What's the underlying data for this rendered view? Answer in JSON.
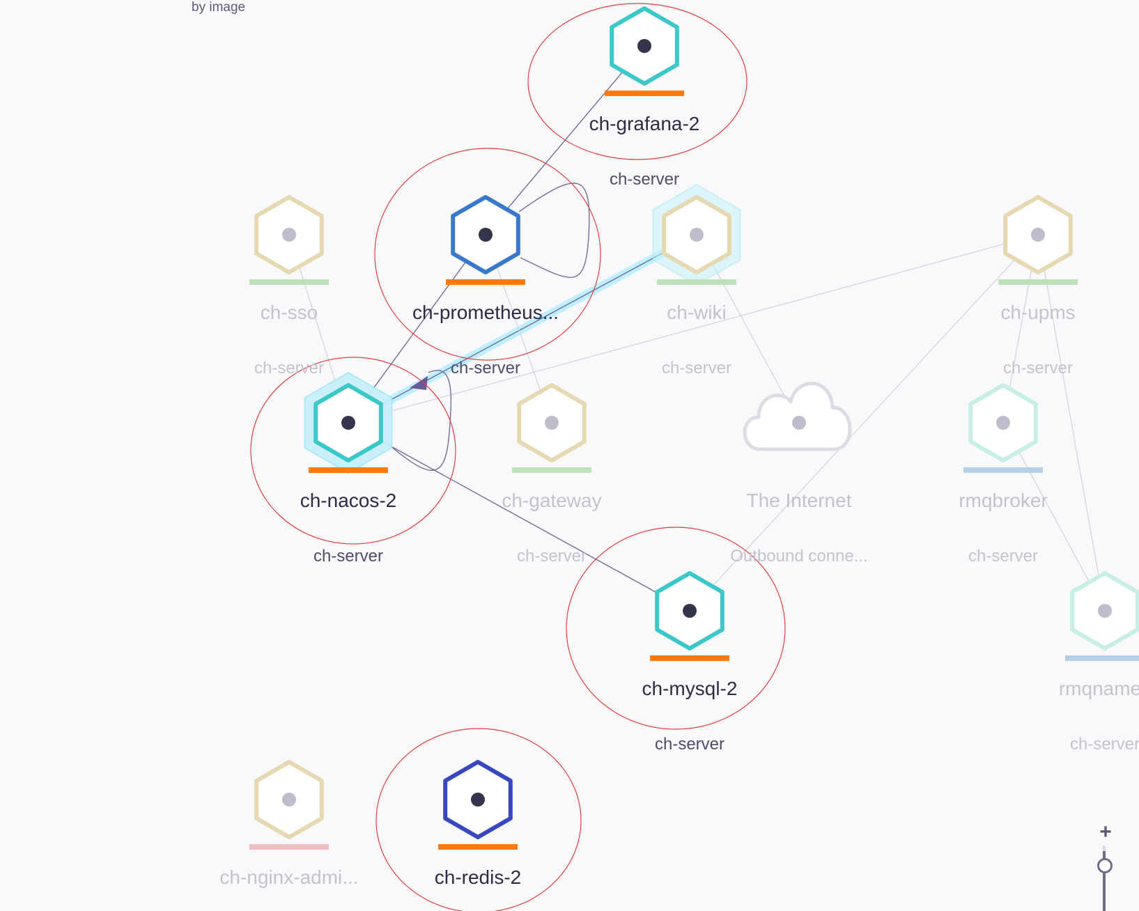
{
  "topology": {
    "hint": "by image",
    "nodes": [
      {
        "id": "grafana",
        "name": "ch-grafana-2",
        "host": "ch-server",
        "kind": "hex",
        "color": "#3cc8c8",
        "strip": "#ff7a10",
        "dim": false,
        "highlight": false
      },
      {
        "id": "prometheus",
        "name": "ch-prometheus...",
        "host": "ch-server",
        "kind": "hex",
        "color": "#3a78c9",
        "strip": "#ff7a10",
        "dim": false,
        "highlight": false
      },
      {
        "id": "sso",
        "name": "ch-sso",
        "host": "ch-server",
        "kind": "hex",
        "color": "#e6d8b0",
        "strip": "#bfe0b8",
        "dim": true,
        "highlight": false
      },
      {
        "id": "wiki",
        "name": "ch-wiki",
        "host": "ch-server",
        "kind": "hex",
        "color": "#e6d8b0",
        "strip": "#bfe0b8",
        "dim": true,
        "highlight": true
      },
      {
        "id": "upms",
        "name": "ch-upms",
        "host": "ch-server",
        "kind": "hex",
        "color": "#e6d8b0",
        "strip": "#bfe0b8",
        "dim": true,
        "highlight": false
      },
      {
        "id": "nacos",
        "name": "ch-nacos-2",
        "host": "ch-server",
        "kind": "hex",
        "color": "#3cc8c8",
        "strip": "#ff7a10",
        "dim": false,
        "highlight": true
      },
      {
        "id": "gateway",
        "name": "ch-gateway",
        "host": "ch-server",
        "kind": "hex",
        "color": "#e6d8b0",
        "strip": "#bfe0b8",
        "dim": true,
        "highlight": false
      },
      {
        "id": "internet",
        "name": "The Internet",
        "host": "Outbound conne...",
        "kind": "cloud",
        "color": "#dcdce6",
        "strip": "",
        "dim": true,
        "highlight": false
      },
      {
        "id": "rmqbroker",
        "name": "rmqbroker",
        "host": "ch-server",
        "kind": "hex",
        "color": "#c8efe6",
        "strip": "#b4cfe6",
        "dim": true,
        "highlight": false
      },
      {
        "id": "mysql",
        "name": "ch-mysql-2",
        "host": "ch-server",
        "kind": "hex",
        "color": "#3cc8c8",
        "strip": "#ff7a10",
        "dim": false,
        "highlight": false
      },
      {
        "id": "rmqnames",
        "name": "rmqnames",
        "host": "ch-server",
        "kind": "hex",
        "color": "#c8efe6",
        "strip": "#b4cfe6",
        "dim": true,
        "highlight": false
      },
      {
        "id": "nginx",
        "name": "ch-nginx-admi...",
        "host": "",
        "kind": "hex",
        "color": "#e6d8b0",
        "strip": "#f0c0c0",
        "dim": true,
        "highlight": false
      },
      {
        "id": "redis",
        "name": "ch-redis-2",
        "host": "",
        "kind": "hex",
        "color": "#3a48c0",
        "strip": "#ff7a10",
        "dim": false,
        "highlight": false
      }
    ],
    "edges": [
      {
        "from": "grafana",
        "to": "prometheus",
        "dim": false
      },
      {
        "from": "prometheus",
        "to": "nacos",
        "dim": false
      },
      {
        "from": "nacos",
        "to": "mysql",
        "dim": false
      },
      {
        "from": "wiki",
        "to": "nacos",
        "dim": false,
        "highlight": true
      },
      {
        "from": "upms",
        "to": "nacos",
        "dim": true
      },
      {
        "from": "sso",
        "to": "nacos",
        "dim": true
      },
      {
        "from": "prometheus",
        "to": "gateway",
        "dim": true
      },
      {
        "from": "wiki",
        "to": "internet",
        "dim": true
      },
      {
        "from": "upms",
        "to": "mysql",
        "dim": true
      },
      {
        "from": "upms",
        "to": "rmqbroker",
        "dim": true
      },
      {
        "from": "rmqbroker",
        "to": "rmqnames",
        "dim": true
      },
      {
        "from": "upms",
        "to": "rmqnames",
        "dim": true
      }
    ],
    "colors": {
      "dimText": "#c3c3d0",
      "text": "#2c2c44",
      "hostText": "#4d4d68",
      "edge": "#6e6e94",
      "dimEdge": "#d2d2dc",
      "circle": "#e23c3c"
    }
  },
  "zoom": {
    "plus_label": "+"
  }
}
